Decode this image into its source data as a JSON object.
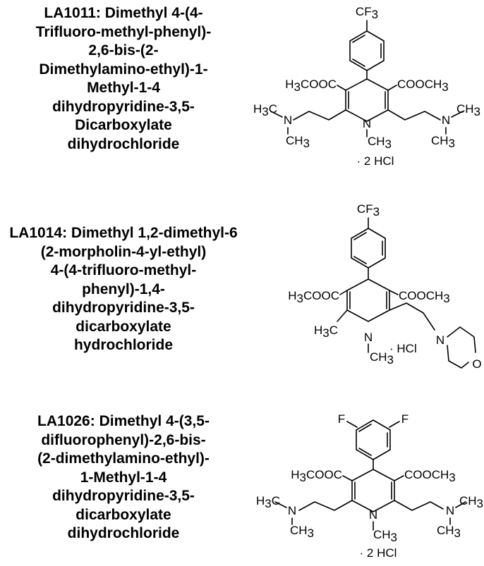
{
  "compounds": [
    {
      "name_lines": [
        "LA1011: Dimethyl 4-(4-",
        "Trifluoro-methyl-phenyl)-",
        "2,6-bis-(2-",
        "Dimethylamino-ethyl)-1-",
        "Methyl-1-4",
        "dihydropyridine-3,5-",
        "Dicarboxylate",
        "dihydrochloride"
      ],
      "substituent": "CF3",
      "left_ester": "H3COOC",
      "right_ester": "COOCH3",
      "n_methyl": "CH3",
      "amine_n": "N",
      "amine_methyl": "CH3",
      "salt": "· 2 HCl"
    },
    {
      "name_lines": [
        "LA1014: Dimethyl 1,2-dimethyl-6",
        "(2-morpholin-4-yl-ethyl)",
        "4-(4-trifluoro-methyl-",
        "phenyl)-1,4-",
        "dihydropyridine-3,5-",
        "dicarboxylate",
        "hydrochloride"
      ],
      "substituent": "CF3",
      "left_ester": "H3COOC",
      "right_ester": "COOCH3",
      "c_methyl": "H3C",
      "n_methyl": "CH3",
      "ring_n": "N",
      "ring_o": "O",
      "salt": "· HCl"
    },
    {
      "name_lines": [
        "LA1026: Dimethyl 4-(3,5-",
        "difluorophenyl)-2,6-bis-",
        "(2-dimethylamino-ethyl)-",
        "1-Methyl-1-4",
        "dihydropyridine-3,5-",
        "dicarboxylate",
        "dihydrochloride"
      ],
      "fluoro": "F",
      "left_ester": "H3COOC",
      "right_ester": "COOCH3",
      "n_methyl": "CH3",
      "amine_n": "N",
      "amine_methyl": "CH3",
      "salt": "· 2 HCl"
    }
  ]
}
